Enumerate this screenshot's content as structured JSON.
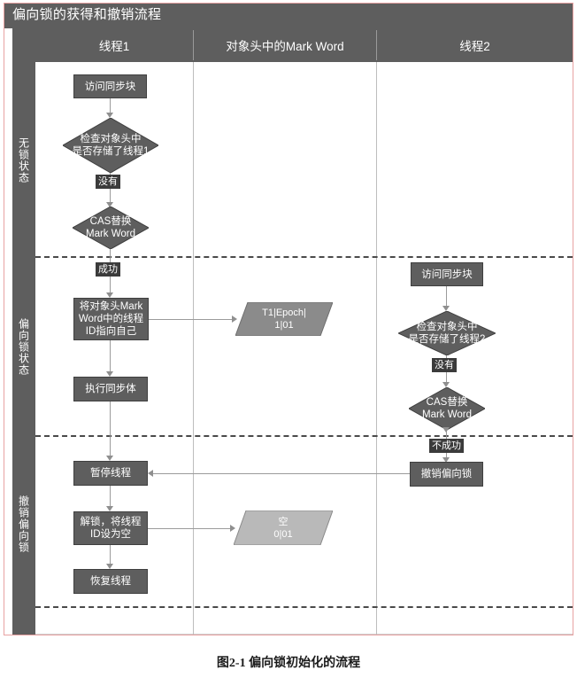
{
  "title": "偏向锁的获得和撤销流程",
  "caption": "图2-1  偏向锁初始化的流程",
  "colors": {
    "node_fill": "#5e5e5e",
    "header_fill": "#5e5e5e",
    "light_para_fill": "#b9b9b9",
    "frame_border": "#e8a2a2",
    "connector": "#9b9b9b"
  },
  "lanes": [
    {
      "label": "线程1"
    },
    {
      "label": "对象头中的Mark Word"
    },
    {
      "label": "线程2"
    }
  ],
  "phases": [
    {
      "label": "无锁状态"
    },
    {
      "label": "偏向锁状态"
    },
    {
      "label": "撤销偏向锁"
    }
  ],
  "nodes": {
    "t1_access": "访问同步块",
    "t1_check": "检查对象头中\n是否存储了线程1",
    "t1_cas": "CAS替换\nMark Word",
    "t1_point_self": "将对象头Mark\nWord中的线程\nID指向自己",
    "t1_exec": "执行同步体",
    "t1_pause": "暂停线程",
    "t1_unlock": "解锁，将线程\nID设为空",
    "t1_resume": "恢复线程",
    "mw_biased": "T1|Epoch|\n1|01",
    "mw_empty": "空\n0|01",
    "t2_access": "访问同步块",
    "t2_check": "检查对象头中\n是否存储了线程2",
    "t2_cas": "CAS替换\nMark Word",
    "t2_revoke": "撤销偏向锁"
  },
  "node_lines": {
    "t1_check": [
      "检查对象头中",
      "是否存储了线程1"
    ],
    "t1_cas": [
      "CAS替换",
      "Mark Word"
    ],
    "t1_point_self": [
      "将对象头Mark",
      "Word中的线程",
      "ID指向自己"
    ],
    "t1_unlock": [
      "解锁，将线程",
      "ID设为空"
    ],
    "mw_biased": [
      "T1|Epoch|",
      "1|01"
    ],
    "mw_empty": [
      "空",
      "0|01"
    ],
    "t2_check": [
      "检查对象头中",
      "是否存储了线程2"
    ],
    "t2_cas": [
      "CAS替换",
      "Mark Word"
    ]
  },
  "edge_labels": {
    "t1_none": "没有",
    "t1_success": "成功",
    "t2_none": "没有",
    "t2_fail": "不成功"
  }
}
